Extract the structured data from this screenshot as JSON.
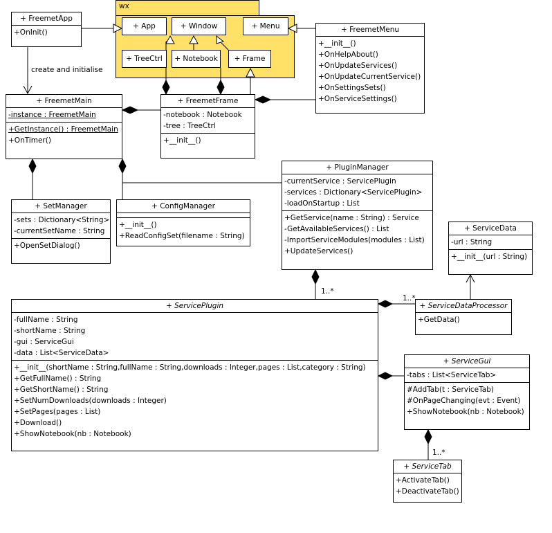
{
  "package": {
    "name": "wx"
  },
  "wx_classes": {
    "app": "+ App",
    "window": "+ Window",
    "menu": "+ Menu",
    "treectrl": "+ TreeCtrl",
    "notebook": "+ Notebook",
    "frame": "+ Frame"
  },
  "freemet_app": {
    "name": "+ FreemetApp",
    "methods": [
      "+OnInit()"
    ]
  },
  "freemet_menu": {
    "name": "+ FreemetMenu",
    "methods": [
      "+__init__()",
      "+OnHelpAbout()",
      "+OnUpdateServices()",
      "+OnUpdateCurrentService()",
      "+OnSettingsSets()",
      "+OnServiceSettings()"
    ]
  },
  "freemet_main": {
    "name": "+ FreemetMain",
    "attributes": [
      "-instance : FreemetMain"
    ],
    "methods": [
      "+GetInstance() : FreemetMain",
      "+OnTimer()"
    ]
  },
  "freemet_frame": {
    "name": "+ FreemetFrame",
    "attributes": [
      "-notebook : Notebook",
      "-tree : TreeCtrl"
    ],
    "methods": [
      "+__init__()"
    ]
  },
  "plugin_manager": {
    "name": "+ PluginManager",
    "attributes": [
      "-currentService : ServicePlugin",
      "-services : Dictionary<ServicePlugin>",
      "-loadOnStartup : List"
    ],
    "methods": [
      "+GetService(name : String) : Service",
      "-GetAvailableServices() : List",
      "-ImportServiceModules(modules : List)",
      "+UpdateServices()"
    ]
  },
  "set_manager": {
    "name": "+ SetManager",
    "attributes": [
      "-sets : Dictionary<String>",
      "-currentSetName : String"
    ],
    "methods": [
      "+OpenSetDialog()"
    ]
  },
  "config_manager": {
    "name": "+ ConfigManager",
    "attributes": [],
    "methods": [
      "+__init__()",
      "+ReadConfigSet(filename : String)"
    ]
  },
  "service_data": {
    "name": "+ ServiceData",
    "attributes": [
      "-url : String"
    ],
    "methods": [
      "+__init__(url : String)"
    ]
  },
  "service_plugin": {
    "name": "+ ServicePlugin",
    "attributes": [
      "-fullName : String",
      "-shortName : String",
      "-gui : ServiceGui",
      "-data : List<ServiceData>"
    ],
    "methods": [
      "+__init__(shortName : String,fullName : String,downloads : Integer,pages : List,category : String)",
      "+GetFullName() : String",
      "+GetShortName() : String",
      "+SetNumDownloads(downloads : Integer)",
      "+SetPages(pages : List)",
      "+Download()",
      "+ShowNotebook(nb : Notebook)"
    ]
  },
  "service_data_processor": {
    "name": "+ ServiceDataProcessor",
    "methods": [
      "+GetData()"
    ]
  },
  "service_gui": {
    "name": "+ ServiceGui",
    "attributes": [
      "-tabs : List<ServiceTab>"
    ],
    "methods": [
      "#AddTab(t : ServiceTab)",
      "#OnPageChanging(evt : Event)",
      "+ShowNotebook(nb : Notebook)"
    ]
  },
  "service_tab": {
    "name": "+ ServiceTab",
    "methods": [
      "+ActivateTab()",
      "+DeactivateTab()"
    ]
  },
  "labels": {
    "create_and_initialise": "create and initialise",
    "mult_plugin": "1..*",
    "mult_processor": "1..*",
    "mult_tab": "1..*"
  },
  "colors": {
    "package_fill": "#ffe168",
    "line": "#000000",
    "box_fill": "#ffffff"
  }
}
